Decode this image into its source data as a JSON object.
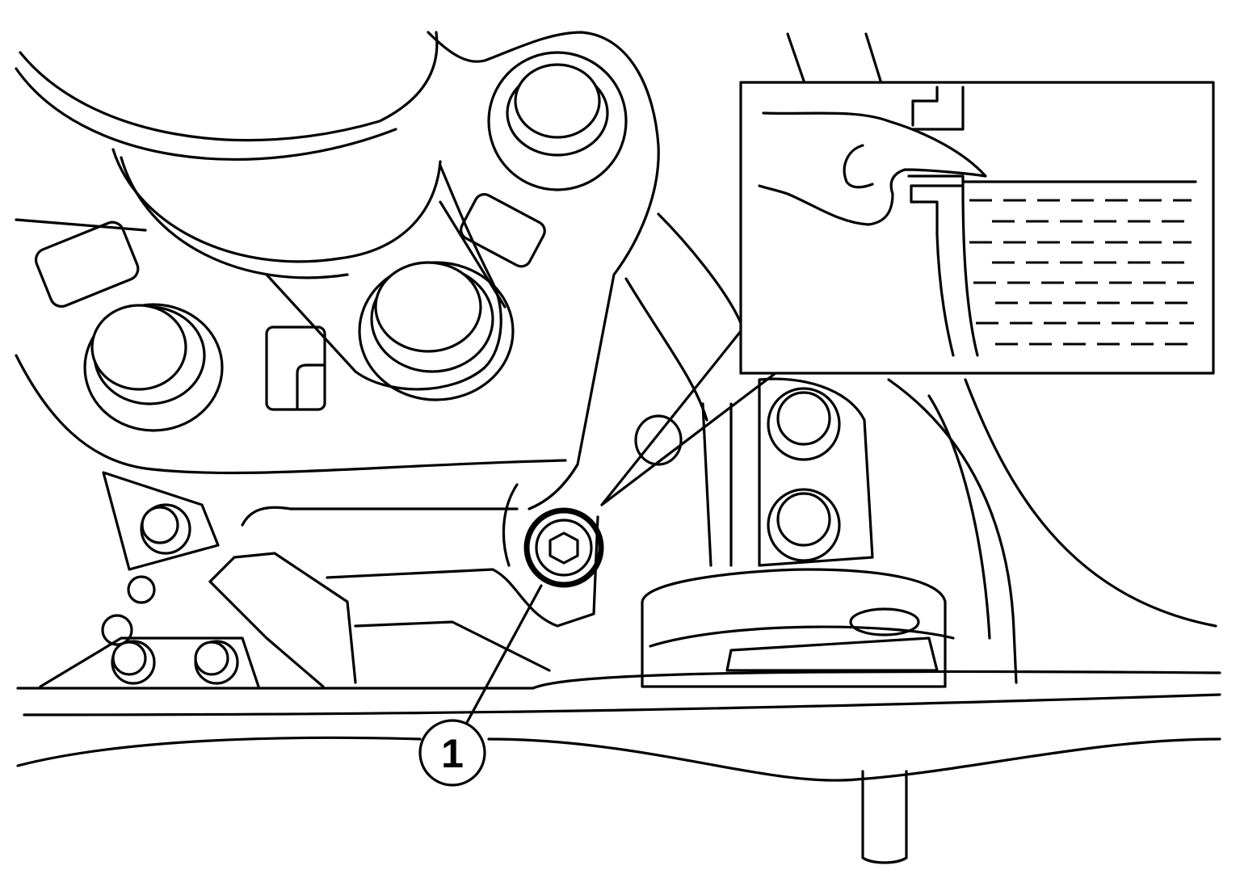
{
  "diagram": {
    "callouts": [
      {
        "number": "1",
        "refers_to": "drain-plug"
      }
    ],
    "inset_view": {
      "subject": "finger-checking-fluid-level-at-filler-hole"
    },
    "line_color": "#000000",
    "background_color": "#ffffff"
  }
}
